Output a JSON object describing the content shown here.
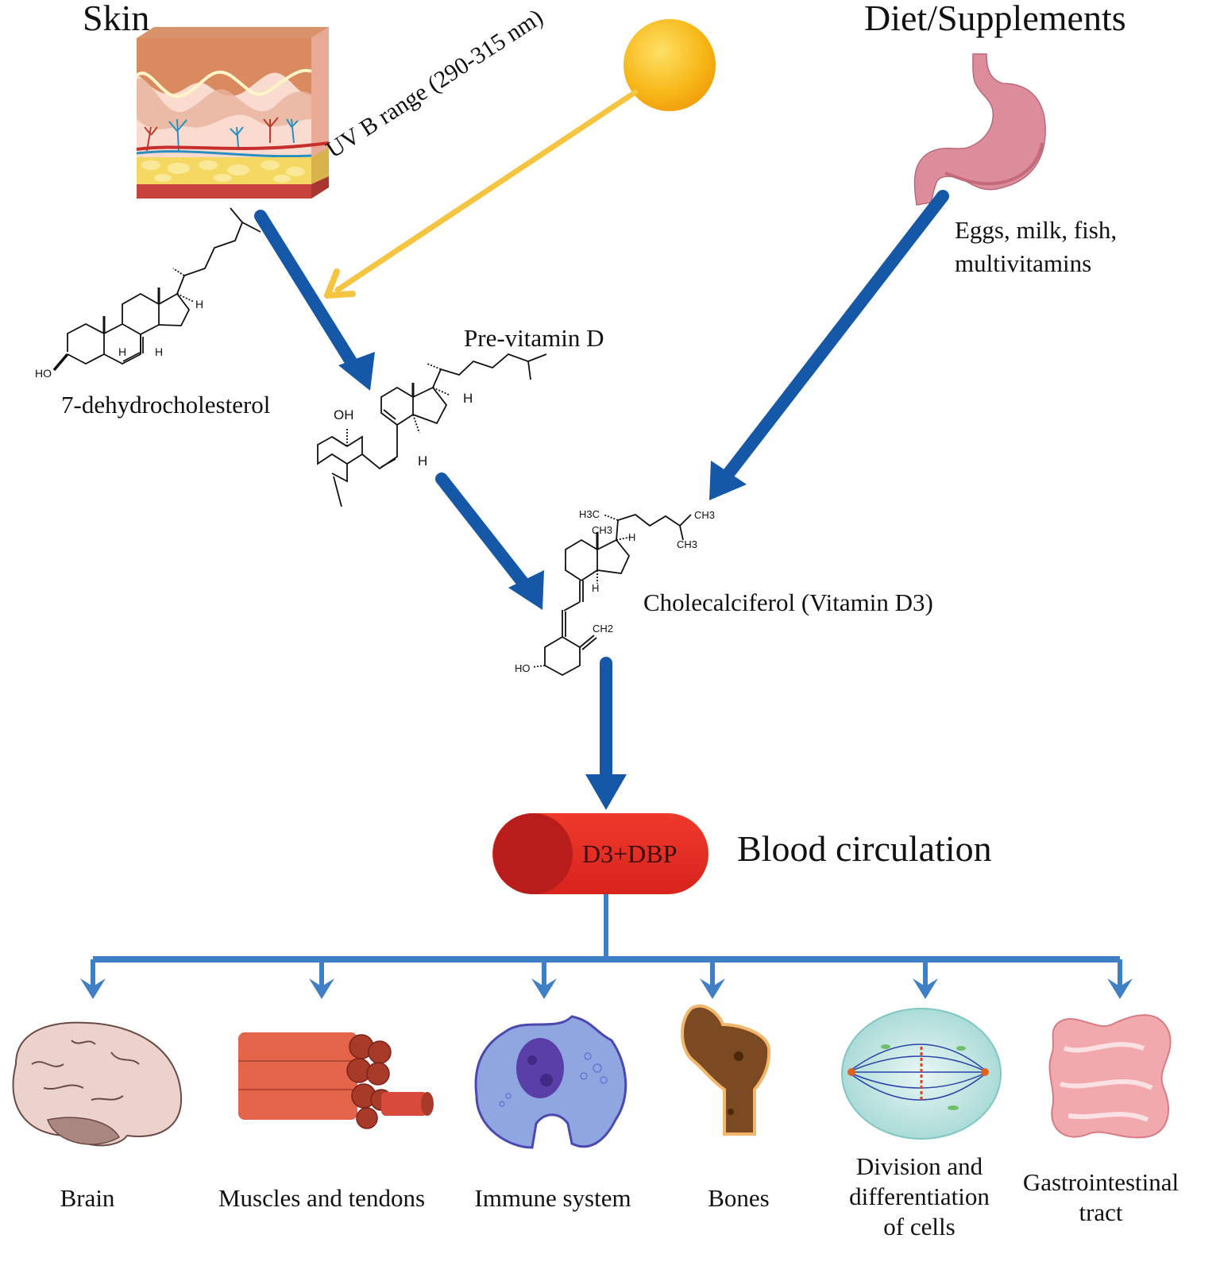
{
  "sources": {
    "skin": {
      "title": "Skin"
    },
    "diet": {
      "title": "Diet/Supplements",
      "foods_line1": "Eggs, milk, fish,",
      "foods_line2": "multivitamins"
    }
  },
  "uv": {
    "label": "UV B range (290-315 nm)"
  },
  "molecules": {
    "precursor": {
      "name": "7-dehydrocholesterol",
      "atoms": [
        "HO",
        "H",
        "H",
        "H"
      ]
    },
    "previtamin": {
      "name": "Pre-vitamin D",
      "atoms": [
        "OH",
        "H",
        "H"
      ]
    },
    "vitamin_d3": {
      "name": "Cholecalciferol (Vitamin D3)",
      "atoms": [
        "H3C",
        "CH3",
        "CH3",
        "CH3",
        "H",
        "H",
        "CH2",
        "HO"
      ]
    }
  },
  "blood": {
    "capsule_label": "D3+DBP",
    "title": "Blood circulation"
  },
  "targets": [
    {
      "lines": [
        "Brain"
      ]
    },
    {
      "lines": [
        "Muscles and tendons"
      ]
    },
    {
      "lines": [
        "Immune system"
      ]
    },
    {
      "lines": [
        "Bones"
      ]
    },
    {
      "lines": [
        "Division and",
        "differentiation",
        "of cells"
      ]
    },
    {
      "lines": [
        "Gastrointestinal",
        "tract"
      ]
    }
  ],
  "colors": {
    "arrow_blue": "#1558a8",
    "branch_blue": "#3f7fc6",
    "uv_yellow": "#f5c542",
    "sun": "#f7b819",
    "capsule_red": "#e52a22",
    "capsule_dark": "#b81d1b"
  }
}
